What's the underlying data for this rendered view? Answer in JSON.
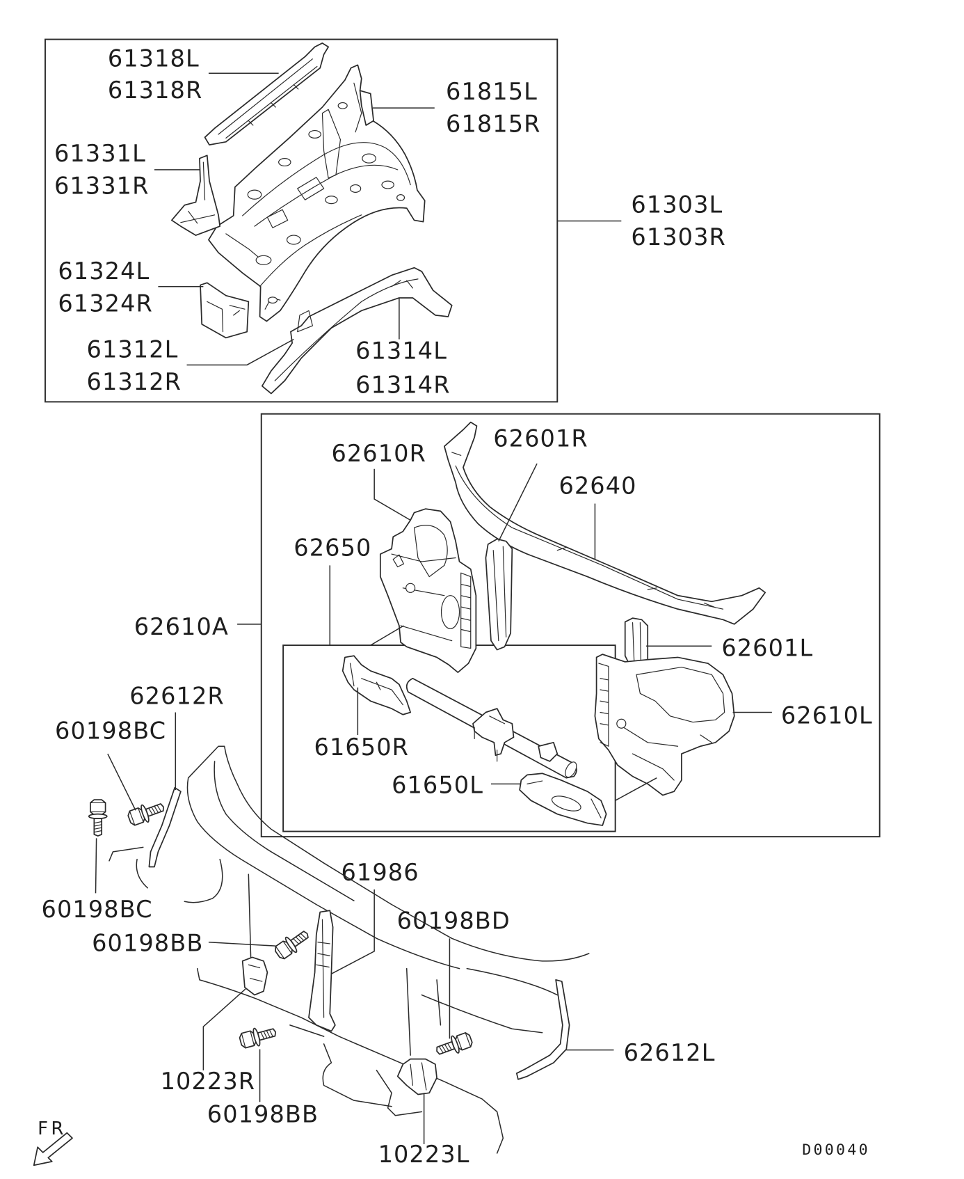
{
  "callouts": {
    "p61318": [
      "61318L",
      "61318R"
    ],
    "p61815": [
      "61815L",
      "61815R"
    ],
    "p61331": [
      "61331L",
      "61331R"
    ],
    "p61303": [
      "61303L",
      "61303R"
    ],
    "p61324": [
      "61324L",
      "61324R"
    ],
    "p61312": [
      "61312L",
      "61312R"
    ],
    "p61314": [
      "61314L",
      "61314R"
    ],
    "p62610r": "62610R",
    "p62601r": "62601R",
    "p62640": "62640",
    "p62650": "62650",
    "p62610a": "62610A",
    "p62601l": "62601L",
    "p62610l": "62610L",
    "p61650r": "61650R",
    "p61650l": "61650L",
    "p62612r": "62612R",
    "p60198bc_upper": "60198BC",
    "p60198bc_lower": "60198BC",
    "p61986": "61986",
    "p60198bd": "60198BD",
    "p60198bb_upper": "60198BB",
    "p62612l": "62612L",
    "p10223r": "10223R",
    "p60198bb_lower": "60198BB",
    "p10223l": "10223L"
  },
  "direction_label": "FR",
  "drawing_code": "D00040",
  "icons": {
    "direction": "front-direction-arrow-icon",
    "fastener": "hex-bolt-icon"
  },
  "colors": {
    "line": "#2b2b2b",
    "text": "#1e1e1e",
    "background": "#ffffff"
  }
}
